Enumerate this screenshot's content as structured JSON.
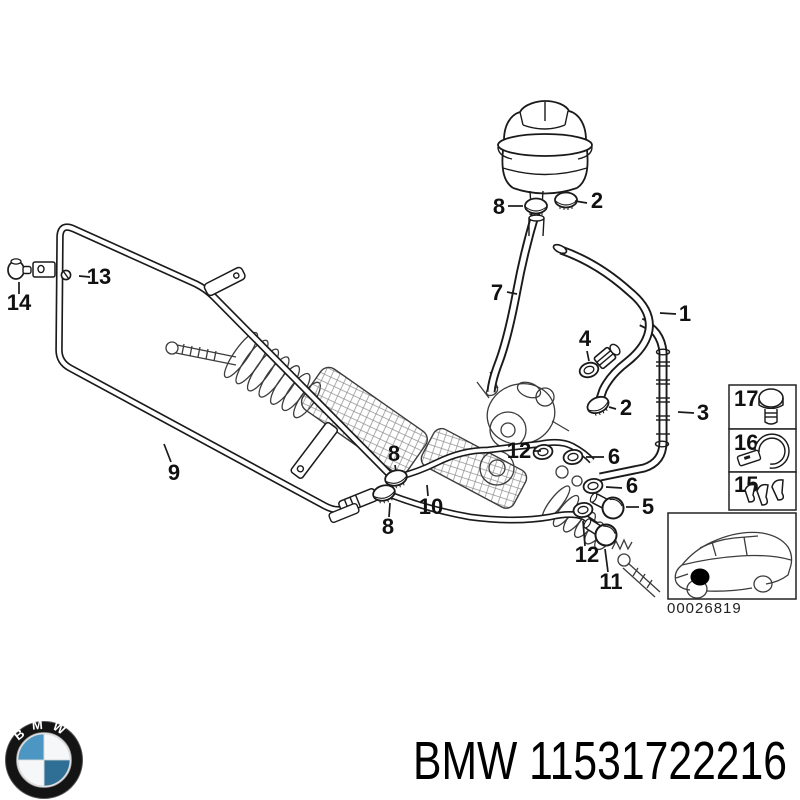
{
  "diagram": {
    "callouts": {
      "n1": "1",
      "n2": "2",
      "n3": "3",
      "n4": "4",
      "n5": "5",
      "n6": "6",
      "n7": "7",
      "n8": "8",
      "n9": "9",
      "n10": "10",
      "n11": "11",
      "n12": "12",
      "n13": "13",
      "n14": "14",
      "n15": "15",
      "n16": "16",
      "n17": "17"
    },
    "inset": {
      "code": "00026819"
    }
  },
  "parts_box": {
    "items": [
      {
        "label": "17",
        "icon": "hex-bolt"
      },
      {
        "label": "16",
        "icon": "pipe-clamp"
      },
      {
        "label": "15",
        "icon": "spring-clips"
      }
    ]
  },
  "footer": {
    "logo_letters": "BMW",
    "part_text": "BMW 11531722216"
  },
  "colors": {
    "line": "#1a1a1a",
    "bmw_blue_light": "#4c96c4",
    "bmw_blue_dark": "#2f6f96"
  }
}
